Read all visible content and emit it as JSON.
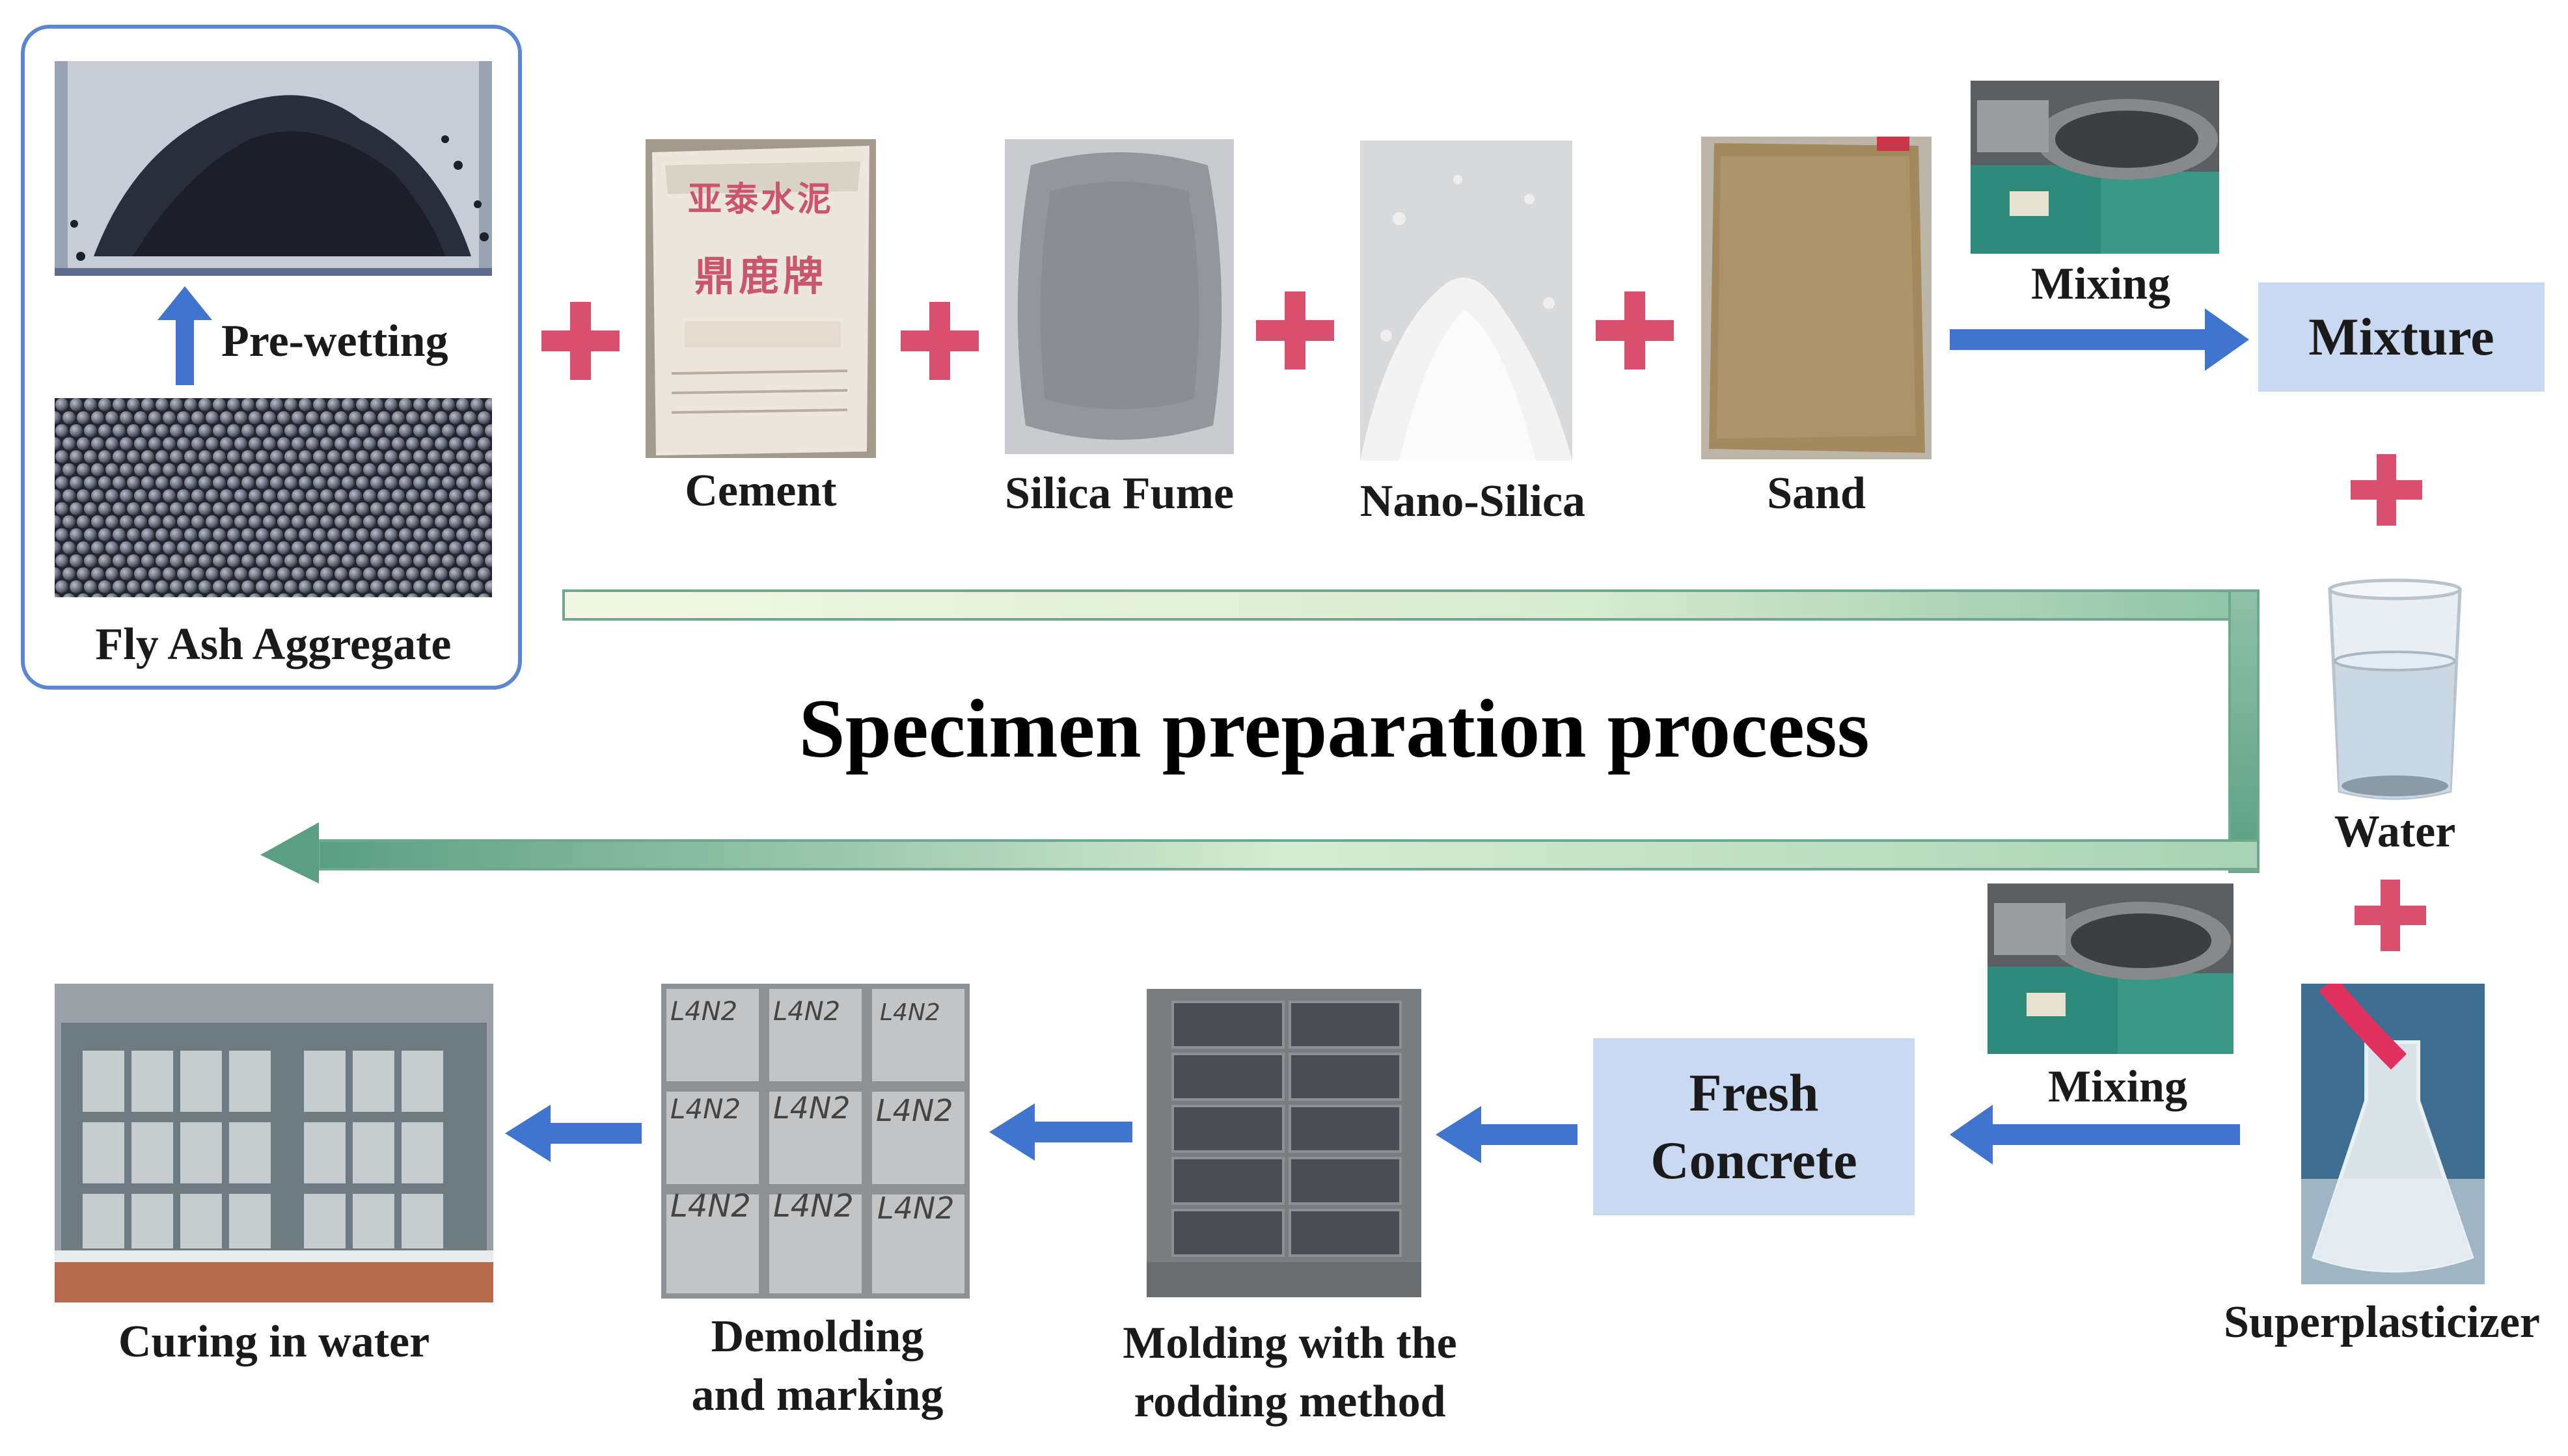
{
  "title": "Specimen preparation process",
  "materials": {
    "pre_wetting": "Pre-wetting",
    "fly_ash": "Fly Ash Aggregate",
    "cement": "Cement",
    "silica_fume": "Silica Fume",
    "nano_silica": "Nano-Silica",
    "sand": "Sand",
    "mixing_top": "Mixing",
    "mixture": "Mixture",
    "water": "Water",
    "mixing_bottom": "Mixing",
    "superplasticizer": "Superplasticizer"
  },
  "steps": {
    "fresh_concrete_line1": "Fresh",
    "fresh_concrete_line2": "Concrete",
    "molding_line1": "Molding with the",
    "molding_line2": "rodding method",
    "demolding_line1": "Demolding",
    "demolding_line2": "and marking",
    "curing": "Curing in water"
  },
  "cement_bag_text": [
    "亚泰水泥",
    "鼎鹿牌"
  ],
  "specimen_marks": [
    "L4N2",
    "L4N2",
    "L4N2",
    "L4N2",
    "L4N2",
    "L4N2",
    "L4N2",
    "L4N2",
    "L4N2"
  ],
  "colors": {
    "plus": "#d94f6e",
    "arrow": "#3f74cf",
    "box_fill": "#c9d9f2",
    "frame_border": "#5b86d4",
    "band_start": "#f2f8e3",
    "band_end": "#5a9e84"
  }
}
